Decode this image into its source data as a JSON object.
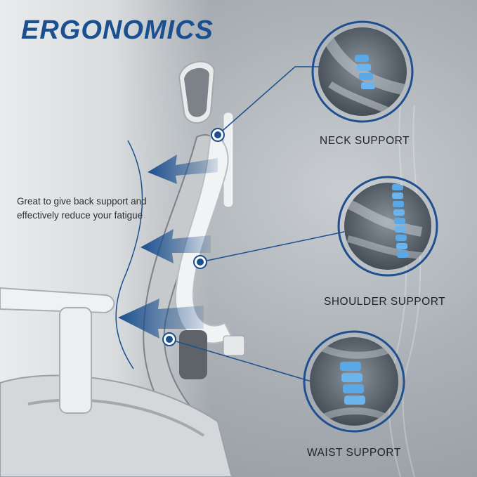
{
  "heading": "ERGONOMICS",
  "description": "Great to give back support and effectively reduce your fatigue",
  "features": [
    {
      "label": "NECK SUPPORT",
      "icon": "cervical-spine-xray-icon"
    },
    {
      "label": "SHOULDER SUPPORT",
      "icon": "thoracic-spine-xray-icon"
    },
    {
      "label": "WAIST SUPPORT",
      "icon": "lumbar-spine-xray-icon"
    }
  ],
  "colors": {
    "brand_blue": "#1b4f8f",
    "highlight_blue": "#5aa8e6",
    "ring_blue": "#1f4f90"
  }
}
